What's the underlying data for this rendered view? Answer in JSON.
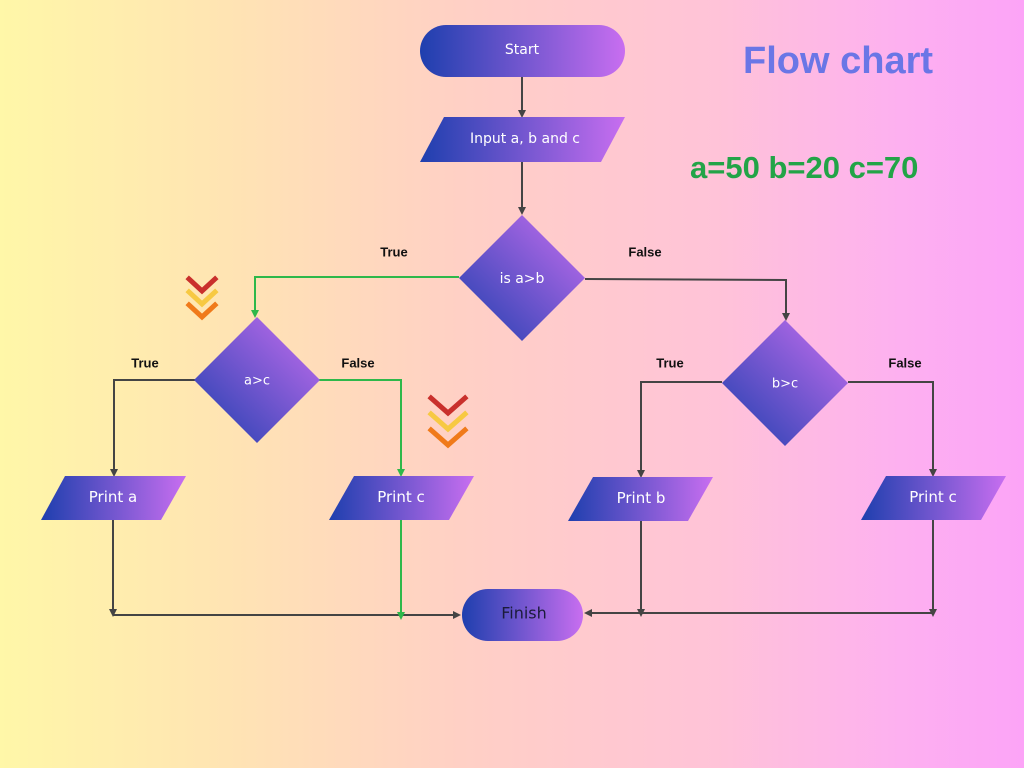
{
  "title": "Flow chart",
  "values": "a=50 b=20 c=70",
  "colors": {
    "shape_gradient_start": "#1e3fae",
    "shape_gradient_end": "#c86ef0",
    "connector": "#444444",
    "highlight_path": "#2eb84a",
    "title": "#6a76e6",
    "values": "#22a447",
    "chevron_red": "#c9302c",
    "chevron_yellow": "#f7c942",
    "chevron_orange": "#f07a1a"
  },
  "nodes": {
    "start": "Start",
    "input": "Input a, b and c",
    "cond_ab": "is a>b",
    "cond_ac": "a>c",
    "cond_bc": "b>c",
    "print_a": "Print a",
    "print_c_left": "Print c",
    "print_b": "Print b",
    "print_c_right": "Print c",
    "finish": "Finish"
  },
  "edges": {
    "ab_true": "True",
    "ab_false": "False",
    "ac_true": "True",
    "ac_false": "False",
    "bc_true": "True",
    "bc_false": "False"
  },
  "icons": [
    "chevron-down-triple-icon",
    "chevron-down-triple-icon"
  ]
}
